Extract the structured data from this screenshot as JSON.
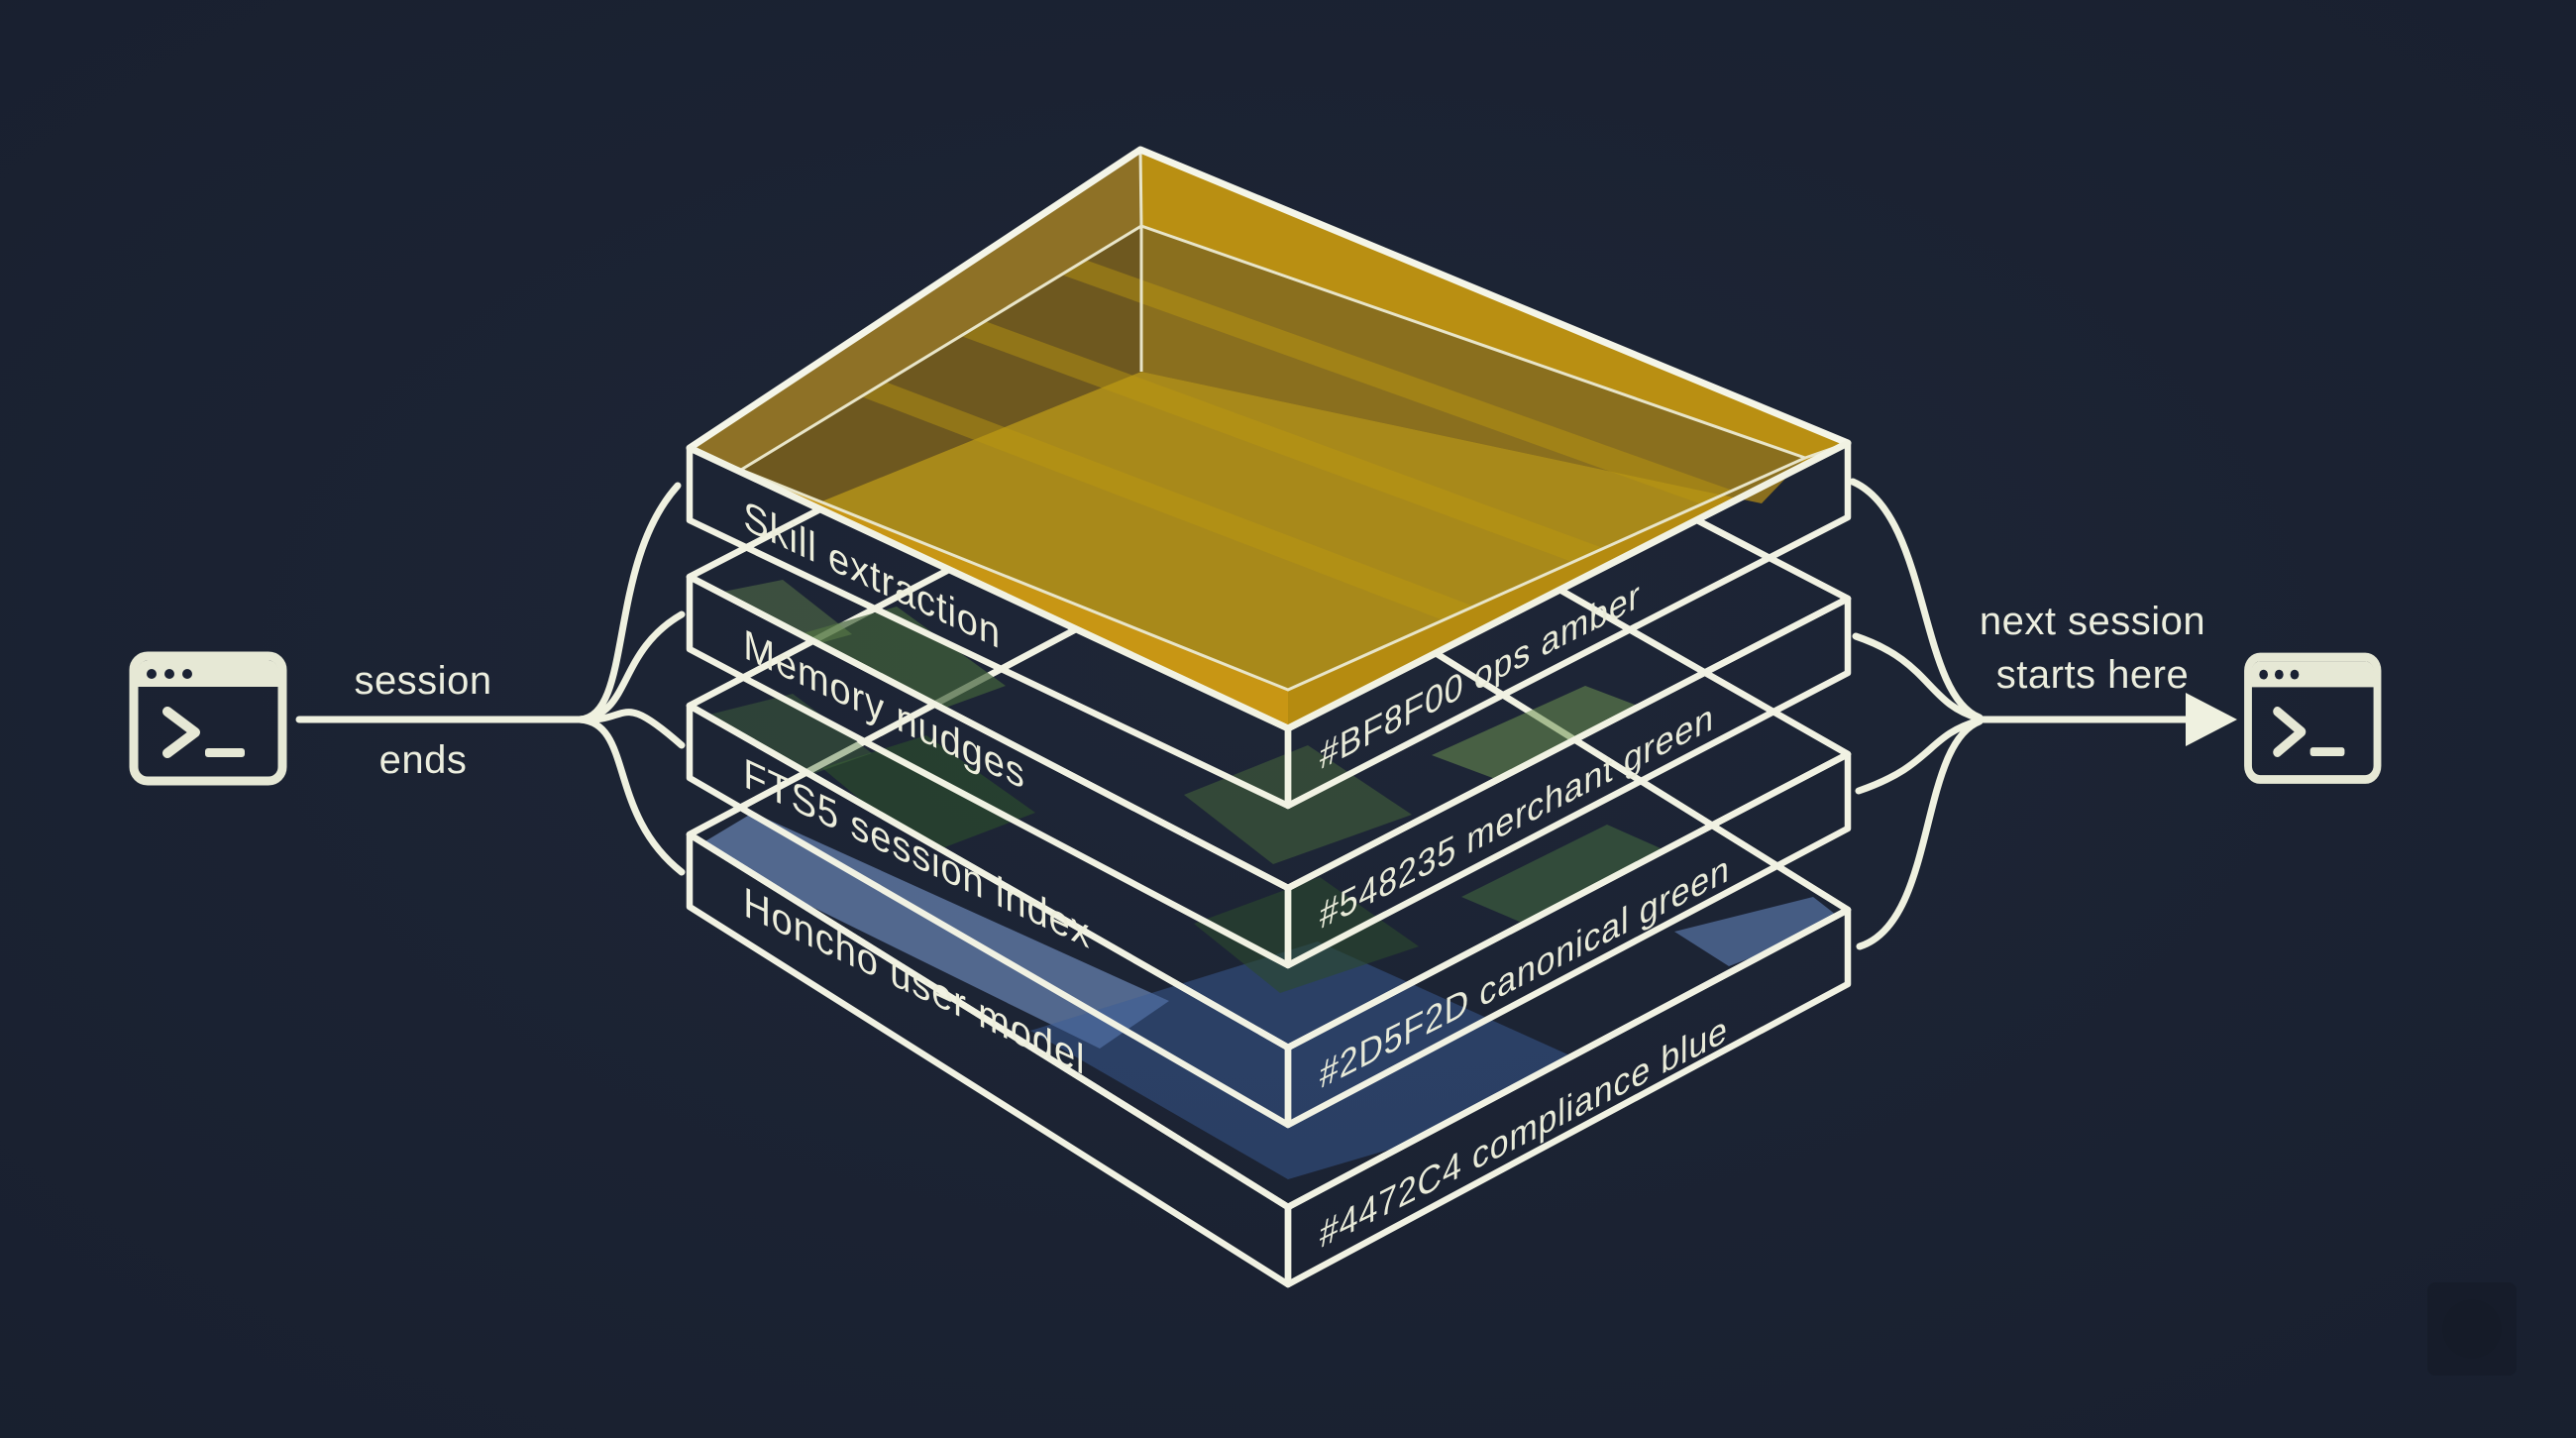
{
  "background": "#1B2234",
  "flow": {
    "left": {
      "line1": "session",
      "line2": "ends",
      "icon": "terminal-window-icon"
    },
    "right": {
      "line1": "next session",
      "line2": "starts here",
      "icon": "terminal-window-icon"
    }
  },
  "layers": [
    {
      "name": "Skill extraction",
      "hex": "#BF8F00",
      "color_name": "ops amber",
      "swatch_label": "#BF8F00 ops amber"
    },
    {
      "name": "Memory nudges",
      "hex": "#548235",
      "color_name": "merchant green",
      "swatch_label": "#548235 merchant green"
    },
    {
      "name": "FTS5 session index",
      "hex": "#2D5F2D",
      "color_name": "canonical green",
      "swatch_label": "#2D5F2D canonical green"
    },
    {
      "name": "Honcho user model",
      "hex": "#4472C4",
      "color_name": "compliance blue",
      "swatch_label": "#4472C4 compliance blue"
    }
  ]
}
